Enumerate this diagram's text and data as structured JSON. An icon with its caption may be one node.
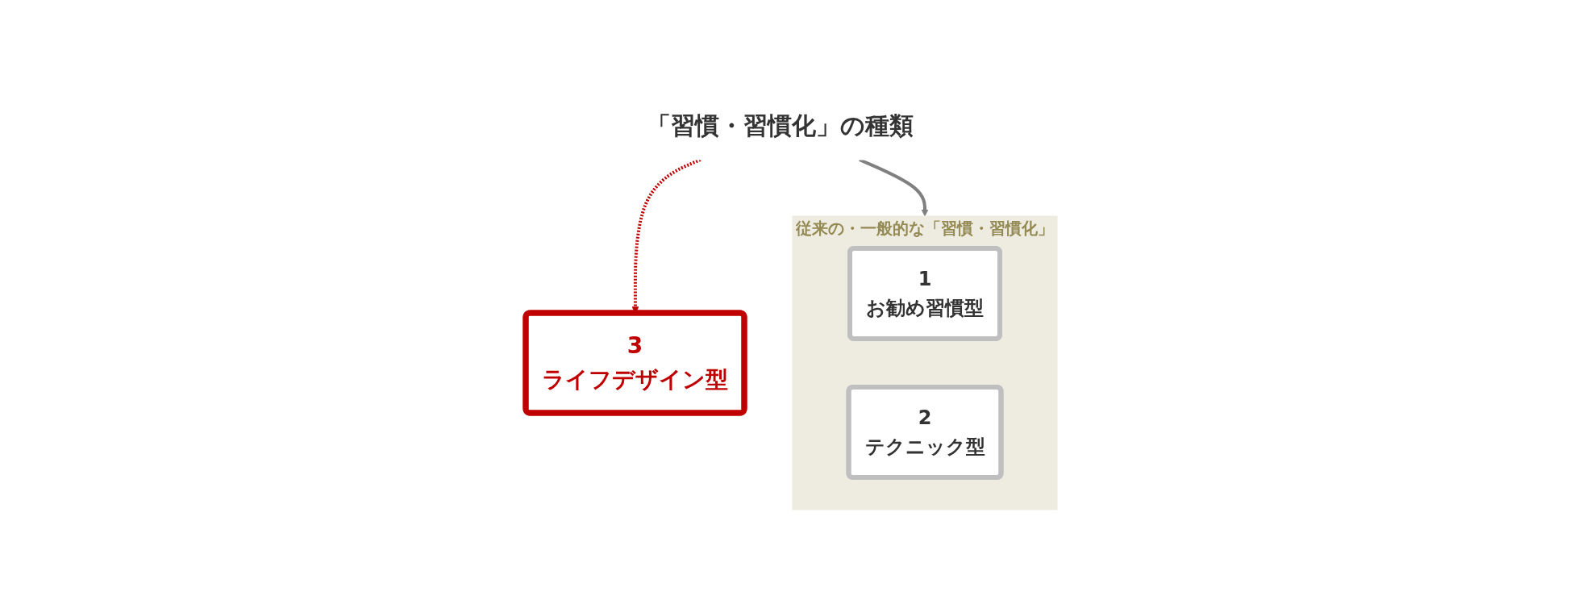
{
  "diagram": {
    "nodes": [
      {
        "text": [
          "「習慣・習慣化」の種類"
        ]
      },
      {
        "text": [
          "従来の・一般的な「習慣・習慣化」"
        ]
      },
      {
        "text": [
          "1",
          "お勧め習慣型"
        ],
        "in": 1
      },
      {
        "text": [
          "2",
          "テクニック型"
        ],
        "in": 1
      },
      {
        "text": [
          "3",
          "ライフデザイン型"
        ]
      }
    ],
    "edges": [
      {
        "from": 0,
        "to": 1,
        "arrow": "to"
      },
      {
        "from": 0,
        "to": 4,
        "arrow": "to",
        "style": "dashed",
        "color": "#c00000"
      }
    ]
  }
}
